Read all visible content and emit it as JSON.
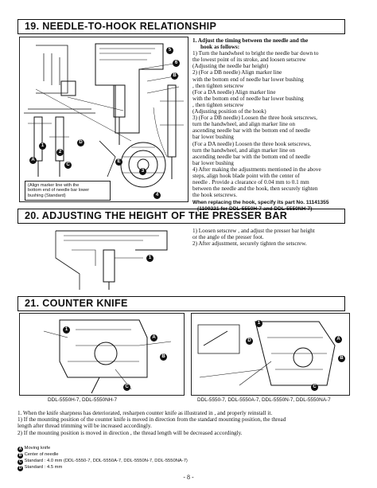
{
  "sections": {
    "s19": {
      "title": "19. NEEDLE-TO-HOOK RELATIONSHIP"
    },
    "s20": {
      "title": "20. ADJUSTING THE HEIGHT OF THE PRESSER BAR"
    },
    "s21": {
      "title": "21. COUNTER KNIFE"
    }
  },
  "s19_text": {
    "head1": "1. Adjust the timing between the needle and the",
    "head2": "hook as follows:",
    "lines": [
      "1)  Turn the handwheel to bright the needle bar down to",
      "     the lowest point of its stroke, and loosen setscrew",
      "(Adjusting the needle bar height)",
      "2)  (For a DB needle) Align marker line",
      "     with the bottom end of needle bar lower bushing",
      "     , then tighten setscrew",
      "     (For a DA needle) Align marker line",
      "     with the bottom end of needle bar lower bushing",
      "     , then tighten setscrew",
      "(Adjusting position      of the hook)",
      "3)  (For a DB needle) Loosen the three hook setscrews,",
      "     turn the handwheel, and align marker line      on",
      "     ascending needle bar      with the bottom end of needle",
      "     bar lower bushing",
      "     (For a DA needle) Loosen the three hook setscrews,",
      "     turn the handwheel, and align marker line      on",
      "     ascending needle bar      with the bottom end of needle",
      "     bar lower bushing",
      "4)  After making the adjustments mentioned in the above",
      "     steps, align hook blade point      with the center of",
      "     needle      . Provide a clearance of 0.04 mm to 0.1 mm",
      "     between the needle and the hook, then securely tighten",
      "     the hook setscrews."
    ],
    "note1": "When replacing the hook, specify its part No. 11141355",
    "note2": "(1109221 for DDL-5550H-7 and DDL-5550NH-7)"
  },
  "s19_figure": {
    "align_note": [
      "(Align marker line      with the",
      "bottom end of needle bar lower",
      "bushing (Standard)"
    ],
    "labels": [
      "A",
      "B",
      "C",
      "D",
      "E",
      "1",
      "2",
      "3",
      "4",
      "5",
      "6"
    ]
  },
  "s20_text": {
    "lines": [
      "1)  Loosen setscrew      , and adjust the presser bar height",
      "     or the angle of the presser foot.",
      "2)  After adjustment, securely tighten the setscrew."
    ]
  },
  "s21_figure": {
    "caption_left": "DDL-5550H-7, DDL-5550NH-7",
    "caption_right": "DDL-5550-7, DDL-5550A-7, DDL-5550N-7, DDL-5550NA-7"
  },
  "s21_text": {
    "lines": [
      "1. When the knife sharpness has deteriorated, resharpen counter knife      as illustrated in      , and properly reinstall it.",
      "1)  If the mounting position of the counter knife is moved in direction      from the standard mounting position, the thread",
      "     length after thread trimming will be increased accordingly.",
      "2)  If the mounting position is moved in direction      , the thread length will be decreased accordingly."
    ],
    "legend": [
      "Moving knife",
      "Center of needle",
      "Standard : 4.0 mm (DDL-5550-7, DDL-5550A-7, DDL-5550N-7, DDL-5550NA-7)",
      "Standard : 4.5 mm"
    ]
  },
  "footer": {
    "page": "- 8 -"
  }
}
